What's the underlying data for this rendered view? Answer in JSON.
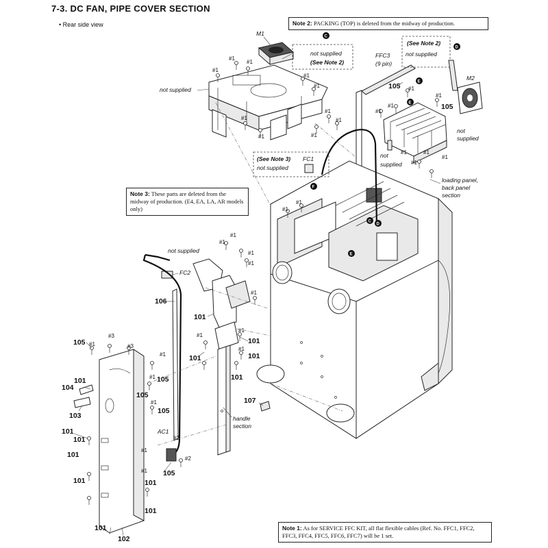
{
  "header": {
    "title": "7-3.   DC FAN, PIPE COVER SECTION",
    "view_label": "•   Rear side view"
  },
  "notes": {
    "note1_label": "Note 1:",
    "note1_text": " As for SERVICE FFC KIT, all flat flexible cables (Ref. No. FFC1, FFC2, FFC3, FFC4, FFC5, FFC6, FFC7) will be 1 set.",
    "note2_label": "Note 2:",
    "note2_text": " PACKING (TOP) is deleted from the midway of production.",
    "note3_label": "Note 3:",
    "note3_text": " These parts are deleted from the midway of production. (E4, EA, LA, AR models only)"
  },
  "labels": {
    "not_supplied": "not supplied",
    "see_note2": "(See Note 2)",
    "see_note3": "(See Note 3)",
    "loading_panel": [
      "loading panel,",
      "back panel",
      "section"
    ],
    "handle_section": [
      "handle",
      "section"
    ],
    "ffc3_pins": "(9 pin)"
  },
  "refs": {
    "M1": "M1",
    "M2": "M2",
    "FFC3": "FFC3",
    "FC1": "FC1",
    "FC2": "FC2",
    "AC1": "AC1",
    "r101": "101",
    "r102": "102",
    "r103": "103",
    "r104": "104",
    "r105": "105",
    "r106": "106",
    "r107": "107",
    "s1": "#1",
    "s2": "#2",
    "s3": "#3"
  },
  "markers": {
    "C": "C",
    "D": "D",
    "E": "E",
    "F": "F"
  },
  "icons": [
    "screw-icon",
    "circle-marker-icon"
  ]
}
